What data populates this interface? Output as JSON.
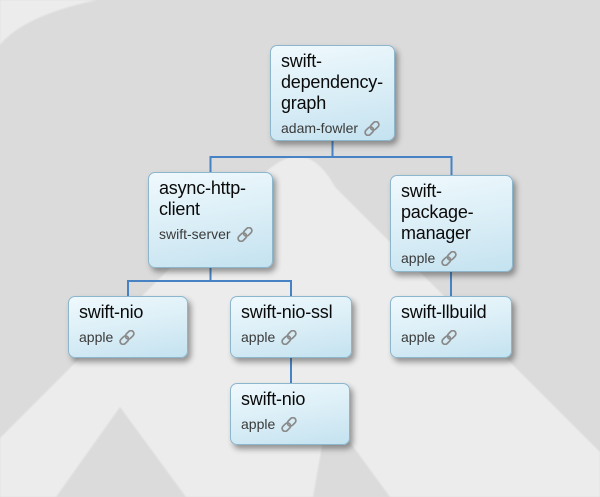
{
  "theme": {
    "background": "#dbdbdb",
    "background_shape": "#ececec",
    "node_fill_top": "#eff9fd",
    "node_fill_bottom": "#c4e2f0",
    "node_border": "#8cb6cc",
    "edge_color": "#4682c4",
    "title_color": "#0a0a0a",
    "owner_color": "#3a3a3a",
    "link_icon_color": "#8a8a8a"
  },
  "graph": {
    "nodes": [
      {
        "id": "swift-dependency-graph",
        "title": "swift-\ndependency-\ngraph",
        "owner": "adam-fowler"
      },
      {
        "id": "async-http-client",
        "title": "async-http-\nclient",
        "owner": "swift-server"
      },
      {
        "id": "swift-package-manager",
        "title": "swift-\npackage-\nmanager",
        "owner": "apple"
      },
      {
        "id": "swift-nio",
        "title": "swift-nio",
        "owner": "apple"
      },
      {
        "id": "swift-nio-ssl",
        "title": "swift-nio-ssl",
        "owner": "apple"
      },
      {
        "id": "swift-llbuild",
        "title": "swift-llbuild",
        "owner": "apple"
      },
      {
        "id": "swift-nio-2",
        "title": "swift-nio",
        "owner": "apple"
      }
    ],
    "edges": [
      {
        "from": "swift-dependency-graph",
        "to": "async-http-client"
      },
      {
        "from": "swift-dependency-graph",
        "to": "swift-package-manager"
      },
      {
        "from": "async-http-client",
        "to": "swift-nio"
      },
      {
        "from": "async-http-client",
        "to": "swift-nio-ssl"
      },
      {
        "from": "swift-package-manager",
        "to": "swift-llbuild"
      },
      {
        "from": "swift-nio-ssl",
        "to": "swift-nio-2"
      }
    ]
  }
}
